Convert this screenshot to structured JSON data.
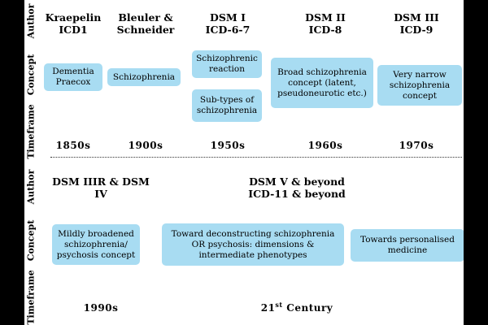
{
  "row_labels": {
    "author": "Author",
    "concept": "Concept",
    "timeframe": "Timeframe"
  },
  "top_section": {
    "authors": [
      {
        "line1": "Kraepelin",
        "line2": "ICD1"
      },
      {
        "line1": "Bleuler &",
        "line2": "Schneider"
      },
      {
        "line1": "DSM I",
        "line2": "ICD-6-7"
      },
      {
        "line1": "DSM II",
        "line2": "ICD-8"
      },
      {
        "line1": "DSM III",
        "line2": "ICD-9"
      }
    ],
    "concepts": {
      "dementia_praecox": "Dementia Praecox",
      "schizophrenia": "Schizophrenia",
      "schizophrenic_reaction": "Schizophrenic reaction",
      "subtypes": "Sub-types of schizophrenia",
      "broad": "Broad schizophrenia concept (latent, pseudoneurotic etc.)",
      "very_narrow": "Very narrow schizophrenia concept"
    },
    "timeframes": [
      "1850s",
      "1900s",
      "1950s",
      "1960s",
      "1970s"
    ]
  },
  "bottom_section": {
    "authors": [
      {
        "line1": "DSM IIIR & DSM",
        "line2": "IV"
      },
      {
        "line1": "DSM V & beyond",
        "line2": "ICD-11 & beyond"
      }
    ],
    "concepts": {
      "mildly_broadened": "Mildly broadened schizophrenia/ psychosis concept",
      "deconstructing": "Toward deconstructing schizophrenia OR psychosis: dimensions & intermediate phenotypes",
      "personalised": "Towards personalised medicine"
    },
    "timeframes": {
      "t1990": "1990s",
      "century_num": "21",
      "century_sup": "st",
      "century_word": " Century"
    }
  }
}
